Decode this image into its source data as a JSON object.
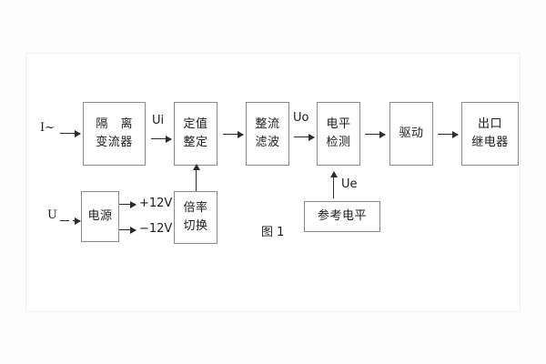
{
  "figure": {
    "caption": "图 1",
    "blocks": [
      {
        "id": "isolation-ct",
        "lines": [
          "隔 离",
          "变流器"
        ]
      },
      {
        "id": "setting",
        "lines": [
          "定值",
          "整定"
        ]
      },
      {
        "id": "rectify-filter",
        "lines": [
          "整流",
          "滤波"
        ]
      },
      {
        "id": "level-detect",
        "lines": [
          "电平",
          "检测"
        ]
      },
      {
        "id": "driver",
        "lines": [
          "驱动"
        ]
      },
      {
        "id": "output-relay",
        "lines": [
          "出口",
          "继电器"
        ]
      },
      {
        "id": "power-supply",
        "lines": [
          "电源"
        ]
      },
      {
        "id": "ratio-switch",
        "lines": [
          "倍率",
          "切换"
        ]
      },
      {
        "id": "reference-level",
        "lines": [
          "参考电平"
        ]
      }
    ],
    "signals": {
      "current_input": "I~",
      "voltage_input": "U",
      "ui": "Ui",
      "uo": "Uo",
      "ue": "Ue",
      "supply_positive": "+12V",
      "supply_negative": "−12V"
    }
  }
}
